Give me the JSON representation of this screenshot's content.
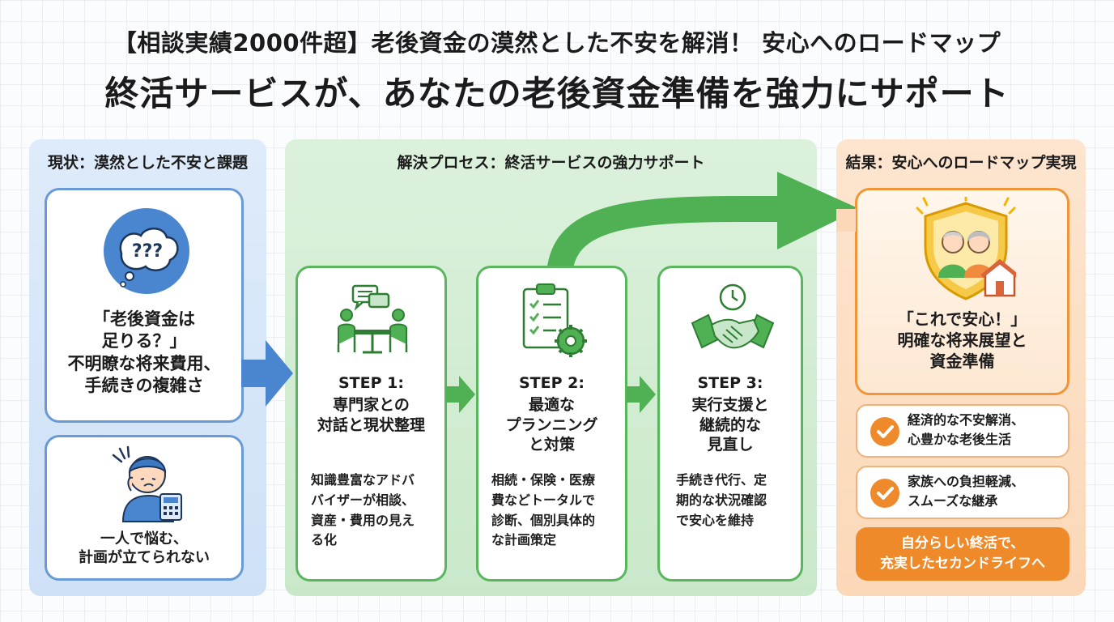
{
  "header": {
    "subtitle": "【相談実績2000件超】老後資金の漠然とした不安を解消！ 安心へのロードマップ",
    "title": "終活サービスが、あなたの老後資金準備を強力にサポート"
  },
  "current": {
    "heading": "現状：漠然とした不安と課題",
    "question_glyph": "???",
    "worry_text": "「老後資金は\n足りる？」\n不明瞭な将来費用、\n手続きの複雑さ",
    "alone_text": "一人で悩む、\n計画が立てられない"
  },
  "process": {
    "heading": "解決プロセス：終活サービスの強力サポート",
    "steps": [
      {
        "label": "STEP 1:",
        "title": "専門家との\n対話と現状整理",
        "body": "知識豊富なアドバ\nバイザーが相談、\n資産・費用の見え\nる化"
      },
      {
        "label": "STEP 2:",
        "title": "最適な\nプランニング\nと対策",
        "body": "相続・保険・医療\n費などトータルで\n診断、個別具体的\nな計画策定"
      },
      {
        "label": "STEP 3:",
        "title": "実行支援と\n継続的な\n見直し",
        "body": "手続き代行、定\n期的な状況確認\nで安心を維持"
      }
    ]
  },
  "result": {
    "heading": "結果：安心へのロードマップ実現",
    "main_text": "「これで安心！」\n明確な将来展望と\n資金準備",
    "benefits": [
      {
        "text": "経済的な不安解消、\n心豊かな老後生活"
      },
      {
        "text": "家族への負担軽減、\nスムーズな継承"
      }
    ],
    "pill": "自分らしい終活で、\n充実したセカンドライフへ"
  },
  "colors": {
    "blue": "#4a86d0",
    "green": "#4fb153",
    "orange": "#ef8a2a"
  }
}
